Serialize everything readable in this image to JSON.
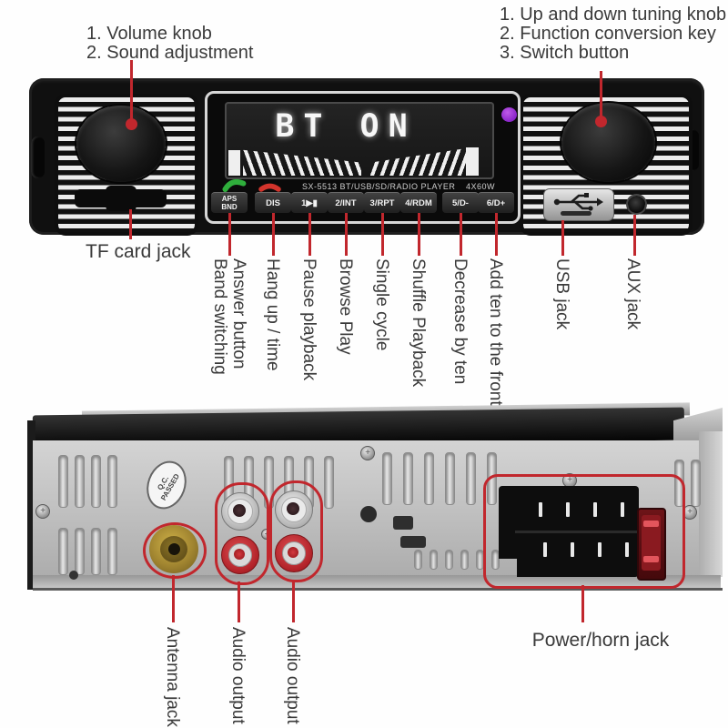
{
  "annotations": {
    "top_left": [
      "1. Volume knob",
      "2. Sound adjustment"
    ],
    "top_right": [
      "1. Up and down tuning knob",
      "2. Function conversion key",
      "3. Switch button"
    ]
  },
  "front": {
    "display": {
      "status_text": "BT ON",
      "model_line": "SX-5513  BT/USB/SD/RADIO  PLAYER",
      "power_rating": "4X60W"
    },
    "buttons": [
      {
        "label": "APS\nBND"
      },
      {
        "label": "DIS"
      },
      {
        "label": "1▶▮"
      },
      {
        "label": "2/INT"
      },
      {
        "label": "3/RPT"
      },
      {
        "label": "4/RDM"
      },
      {
        "label": "5/D-"
      },
      {
        "label": "6/D+"
      }
    ],
    "callouts": {
      "tf": "TF card jack",
      "vertical": [
        "Answer button\nBand switching",
        "Hang up / time",
        "Pause playback",
        "Browse Play",
        "Single cycle",
        "Shuffle Playback",
        "Decrease by ten",
        "Add ten to the front",
        "USB jack",
        "AUX jack"
      ]
    }
  },
  "back": {
    "qc_sticker": "Q.C.\nPASSED",
    "callouts": {
      "vertical": [
        "Antenna jack",
        "Audio output",
        "Audio output"
      ],
      "power": "Power/horn jack"
    }
  },
  "colors": {
    "annotation_red": "#c1272d",
    "led_purple": "#8a25c9",
    "phone_green": "#2fae3c",
    "phone_red": "#d3342c",
    "antenna_gold": "#a98a2f",
    "fuse_red": "#8a1a20"
  }
}
